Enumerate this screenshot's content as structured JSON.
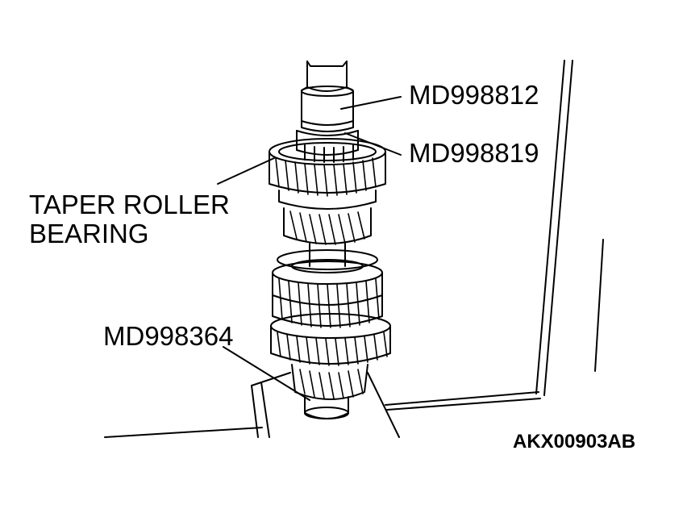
{
  "labels": {
    "tool_upper": "MD998812",
    "tool_middle": "MD998819",
    "bearing_line1": "TAPER ROLLER",
    "bearing_line2": "BEARING",
    "tool_lower": "MD998364"
  },
  "figure_code": "AKX00903AB",
  "colors": {
    "line": "#000000",
    "background": "#ffffff"
  }
}
